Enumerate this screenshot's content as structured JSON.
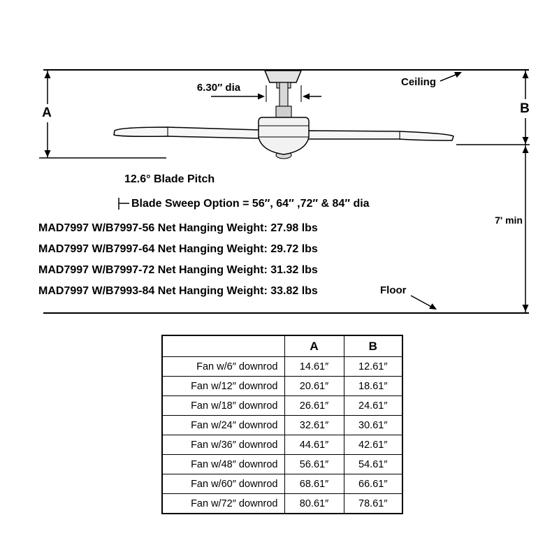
{
  "diagram": {
    "ceiling_label": "Ceiling",
    "floor_label": "Floor",
    "dim_a_label": "A",
    "dim_b_label": "B",
    "min_height_label": "7' min",
    "canopy_diameter_label": "6.30″ dia",
    "blade_pitch_label": "12.6° Blade Pitch",
    "blade_sweep_label": "Blade Sweep Option = 56″, 64″ ,72″ & 84″ dia",
    "hanging_weights": [
      "MAD7997 W/B7997-56 Net Hanging Weight: 27.98 lbs",
      "MAD7997 W/B7997-64 Net Hanging Weight: 29.72 lbs",
      "MAD7997 W/B7997-72 Net Hanging Weight: 31.32 lbs",
      "MAD7997 W/B7993-84 Net Hanging Weight: 33.82 lbs"
    ]
  },
  "table": {
    "headers": {
      "item": "",
      "a": "A",
      "b": "B"
    },
    "rows": [
      {
        "label": "Fan w/6″ downrod",
        "a": "14.61″",
        "b": "12.61″"
      },
      {
        "label": "Fan w/12″ downrod",
        "a": "20.61″",
        "b": "18.61″"
      },
      {
        "label": "Fan w/18″ downrod",
        "a": "26.61″",
        "b": "24.61″"
      },
      {
        "label": "Fan w/24″ downrod",
        "a": "32.61″",
        "b": "30.61″"
      },
      {
        "label": "Fan w/36″ downrod",
        "a": "44.61″",
        "b": "42.61″"
      },
      {
        "label": "Fan w/48″ downrod",
        "a": "56.61″",
        "b": "54.61″"
      },
      {
        "label": "Fan w/60″ downrod",
        "a": "68.61″",
        "b": "66.61″"
      },
      {
        "label": "Fan w/72″ downrod",
        "a": "80.61″",
        "b": "78.61″"
      }
    ]
  }
}
